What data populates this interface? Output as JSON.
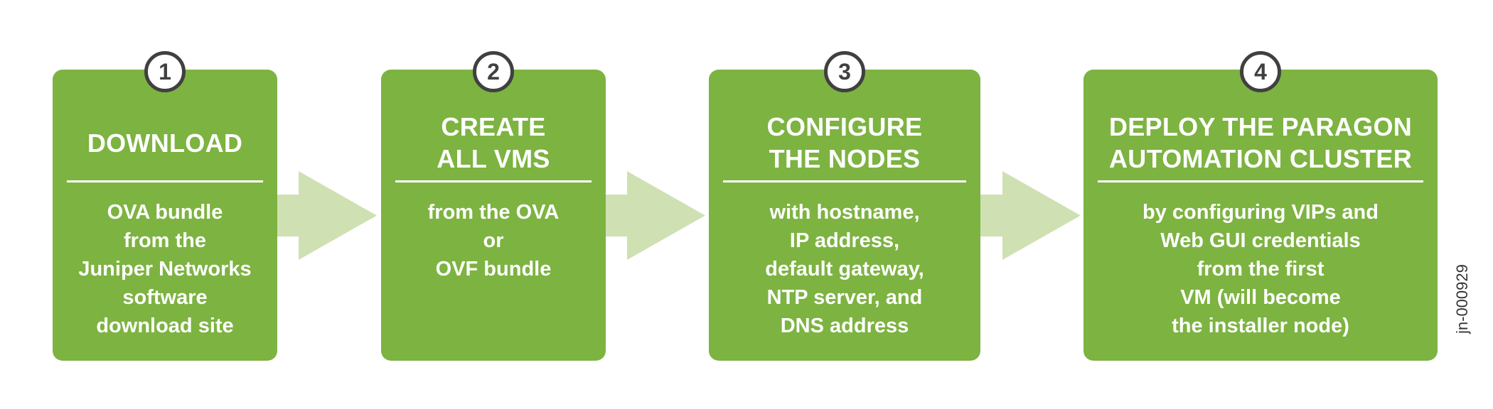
{
  "steps": [
    {
      "number": "1",
      "title": "DOWNLOAD",
      "body": "OVA bundle\nfrom the\nJuniper Networks\nsoftware\ndownload site"
    },
    {
      "number": "2",
      "title": "CREATE\nALL VMS",
      "body": "from the OVA\nor\nOVF bundle"
    },
    {
      "number": "3",
      "title": "CONFIGURE\nTHE NODES",
      "body": "with hostname,\nIP address,\ndefault gateway,\nNTP server, and\nDNS address"
    },
    {
      "number": "4",
      "title": "DEPLOY THE PARAGON\nAUTOMATION CLUSTER",
      "body": "by configuring VIPs and\nWeb GUI credentials\nfrom the first\nVM (will become\nthe installer node)"
    }
  ],
  "doc_id": "jn-000929",
  "colors": {
    "card": "#7db341",
    "arrow": "#cfe1b3",
    "badge_border": "#404040",
    "text": "#ffffff"
  }
}
